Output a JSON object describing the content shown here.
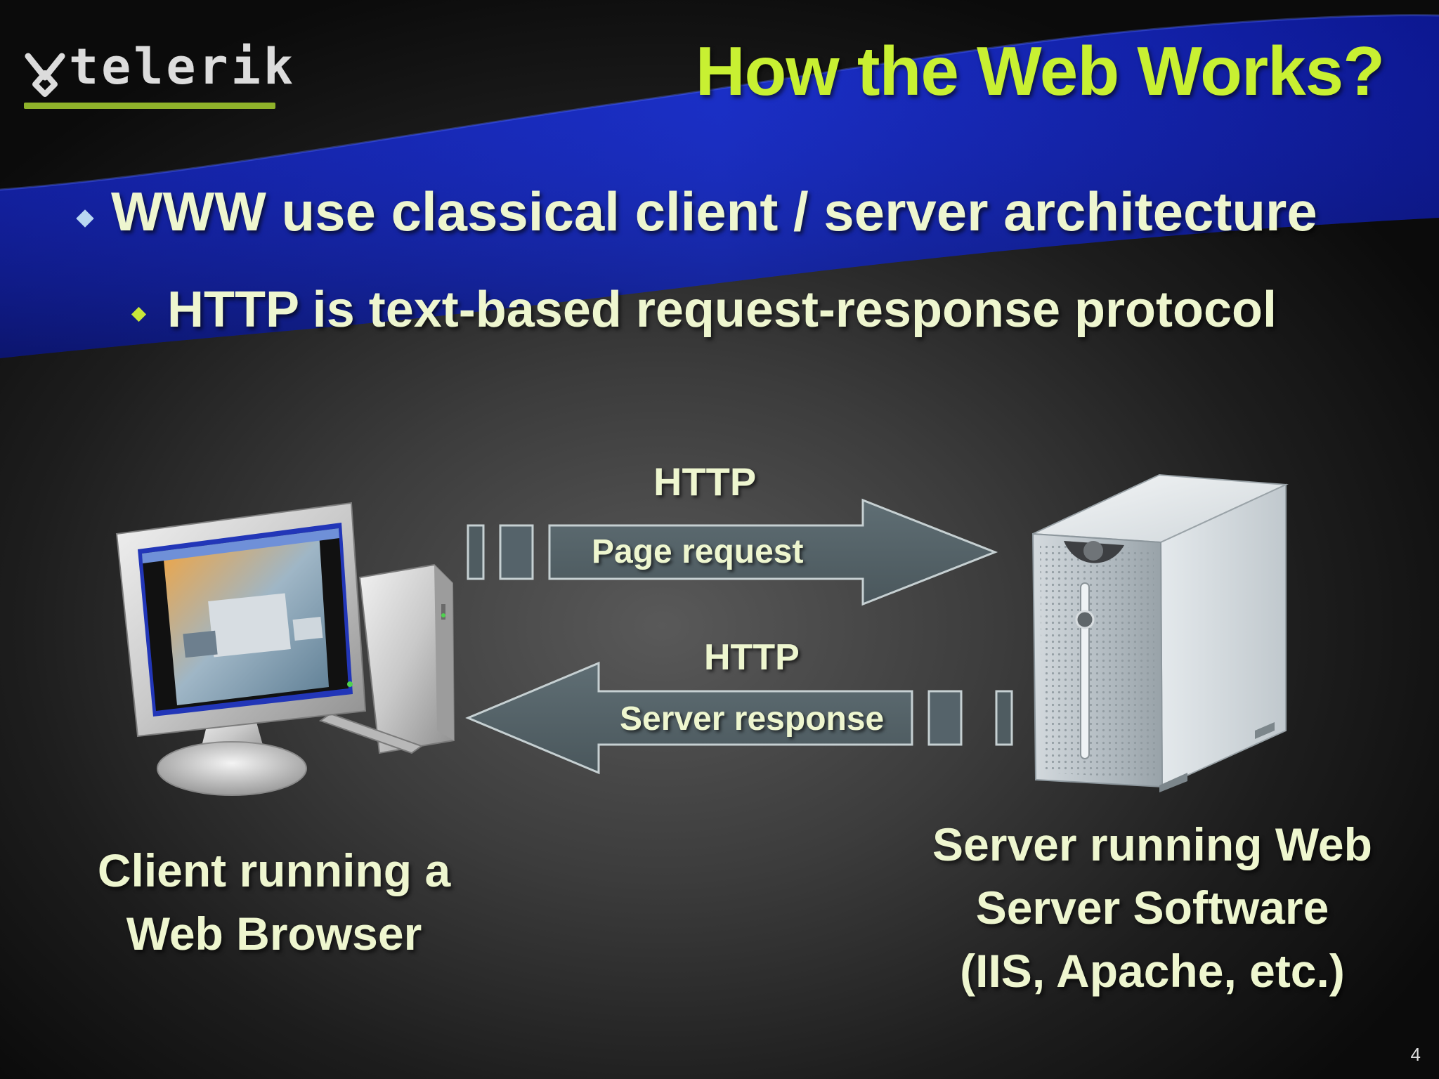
{
  "logo": {
    "text": "telerik",
    "icon": "telerik-logo-icon",
    "accent": "#8fb22a"
  },
  "slide": {
    "title": "How the Web Works?",
    "title_color": "#c8f032",
    "bullets": [
      {
        "level": 1,
        "text": "WWW use classical client / server architecture"
      },
      {
        "level": 2,
        "text": "HTTP is text-based request-response protocol"
      }
    ],
    "page_number": "4"
  },
  "diagram": {
    "request": {
      "protocol": "HTTP",
      "label": "Page request",
      "direction": "client-to-server"
    },
    "response": {
      "protocol": "HTTP",
      "label": "Server response",
      "direction": "server-to-client"
    },
    "client": {
      "icon": "desktop-computer-icon",
      "caption_lines": [
        "Client running a",
        "Web Browser"
      ]
    },
    "server": {
      "icon": "server-tower-icon",
      "caption_lines": [
        "Server running Web",
        "Server Software",
        "(IIS, Apache, etc.)"
      ]
    }
  }
}
